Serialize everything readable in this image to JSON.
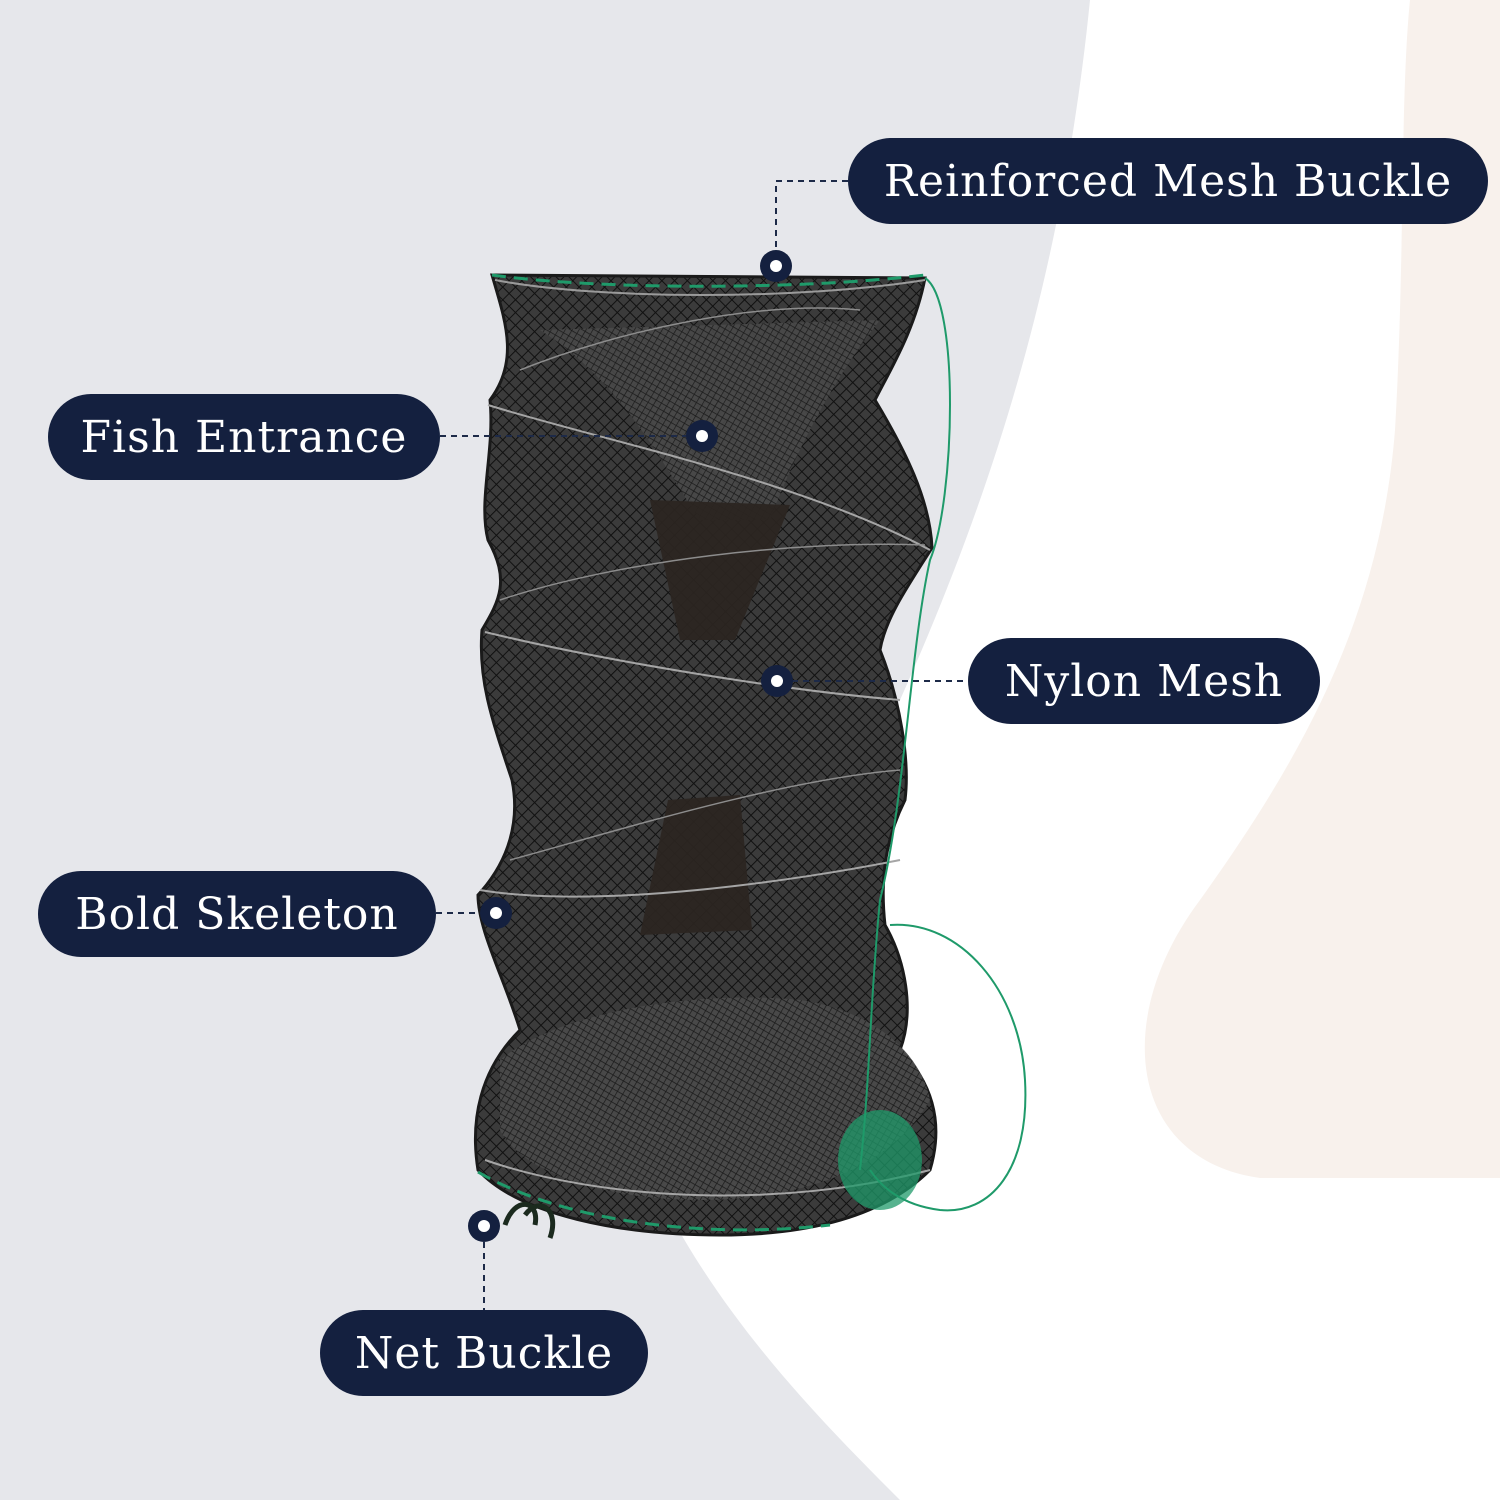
{
  "colors": {
    "background_left": "#e6e7eb",
    "background_right": "#ffffff",
    "background_accent": "#f8f1ec",
    "label_fill": "#14203f",
    "label_text": "#ffffff",
    "net_mesh": "#2a2a2a",
    "trim_green": "#1f9a6a"
  },
  "product": {
    "icon": "fish-trap-net-icon"
  },
  "callouts": {
    "reinforced_mesh_buckle": "Reinforced Mesh Buckle",
    "fish_entrance": "Fish Entrance",
    "nylon_mesh": "Nylon Mesh",
    "bold_skeleton": "Bold Skeleton",
    "net_buckle": "Net Buckle"
  }
}
